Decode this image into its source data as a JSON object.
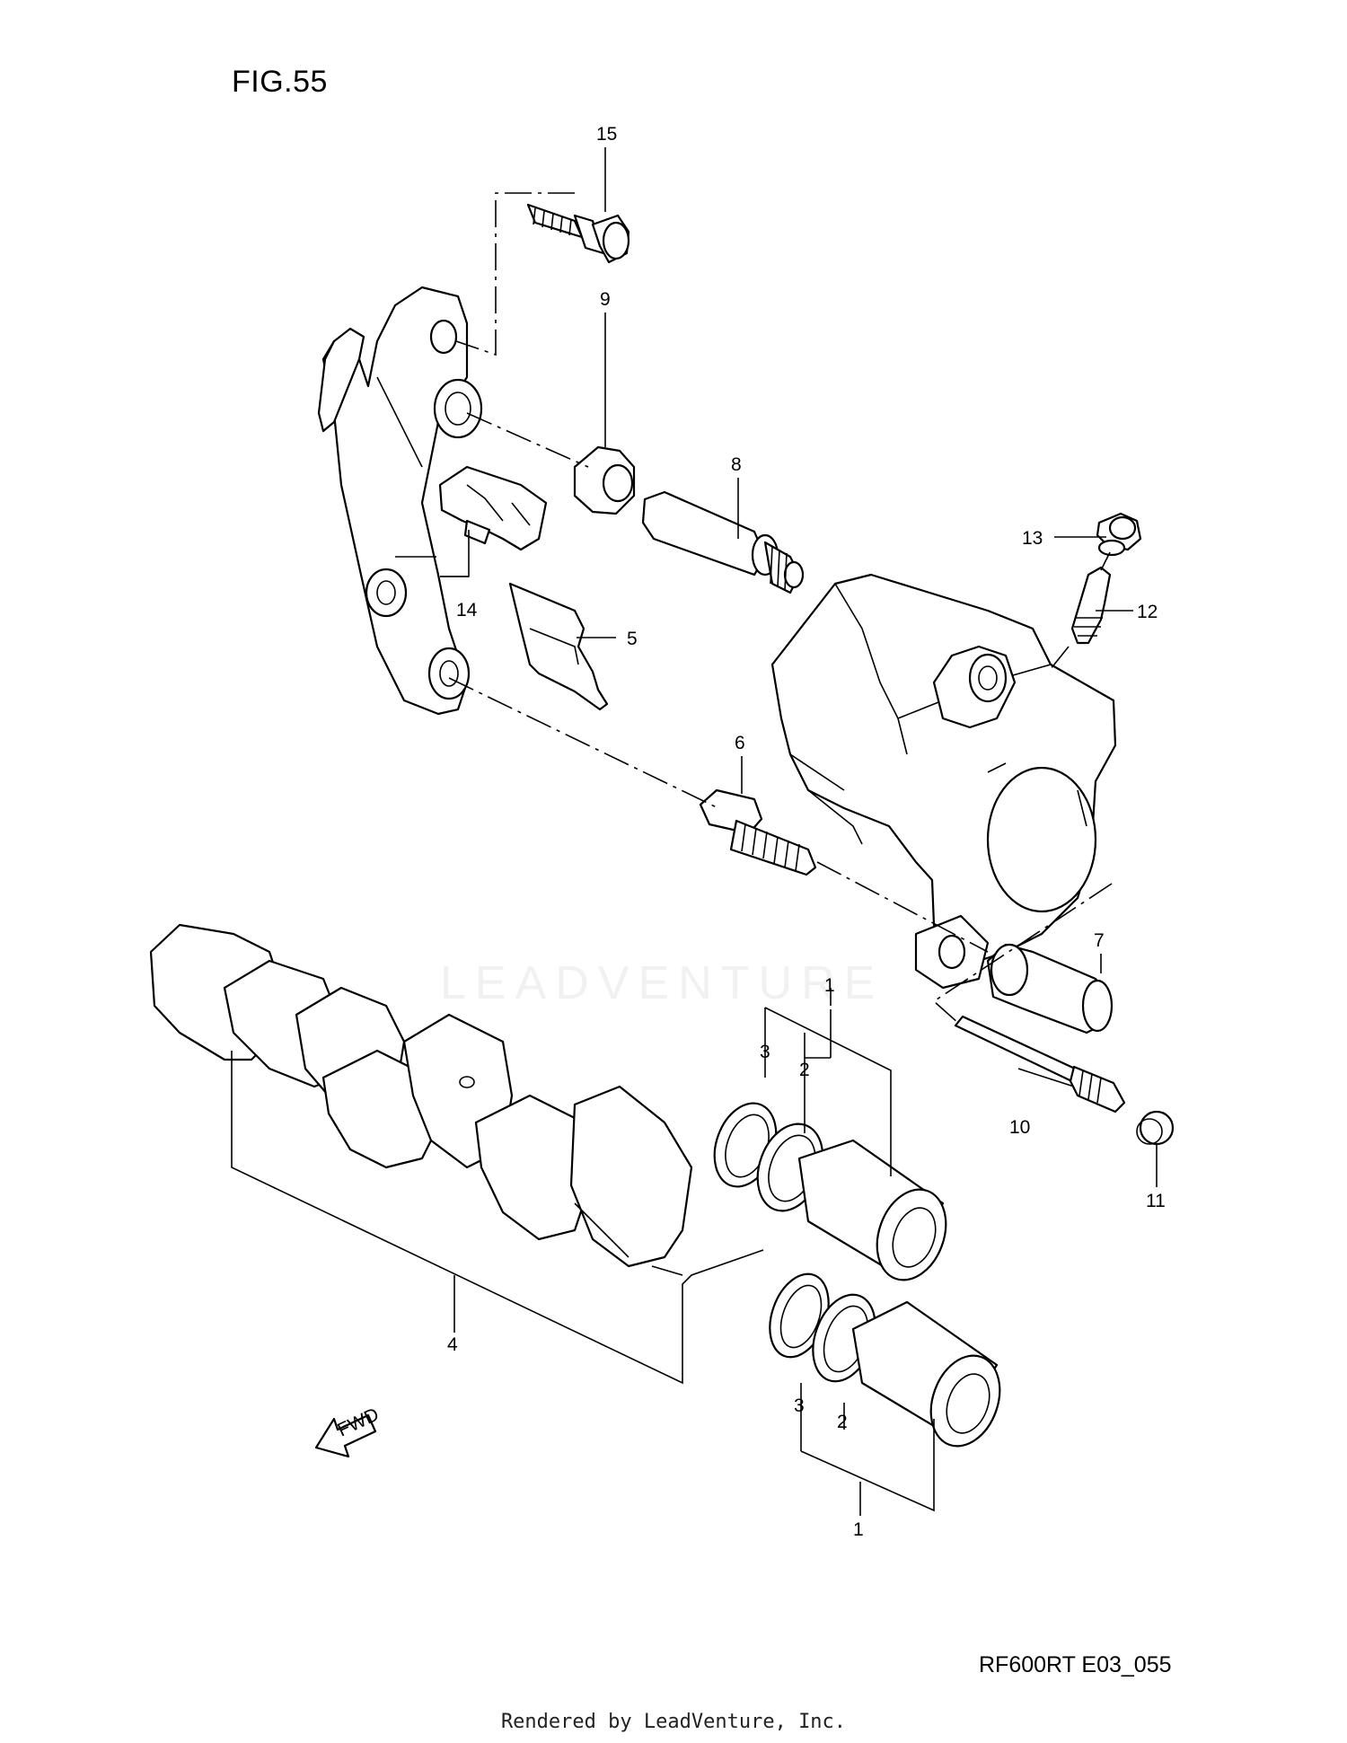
{
  "figure_title": "FIG.55",
  "drawing_code": "RF600RT E03_055",
  "footer_text": "Rendered by LeadVenture, Inc.",
  "watermark_text": "LEADVENTURE",
  "fwd_label": "FWD",
  "callouts": {
    "c15": "15",
    "c9": "9",
    "c8": "8",
    "c14": "14",
    "c5": "5",
    "c13": "13",
    "c12": "12",
    "c6": "6",
    "c7": "7",
    "c1a": "1",
    "c3a": "3",
    "c2a": "2",
    "c10": "10",
    "c11": "11",
    "c4": "4",
    "c3b": "3",
    "c2b": "2",
    "c1b": "1"
  }
}
